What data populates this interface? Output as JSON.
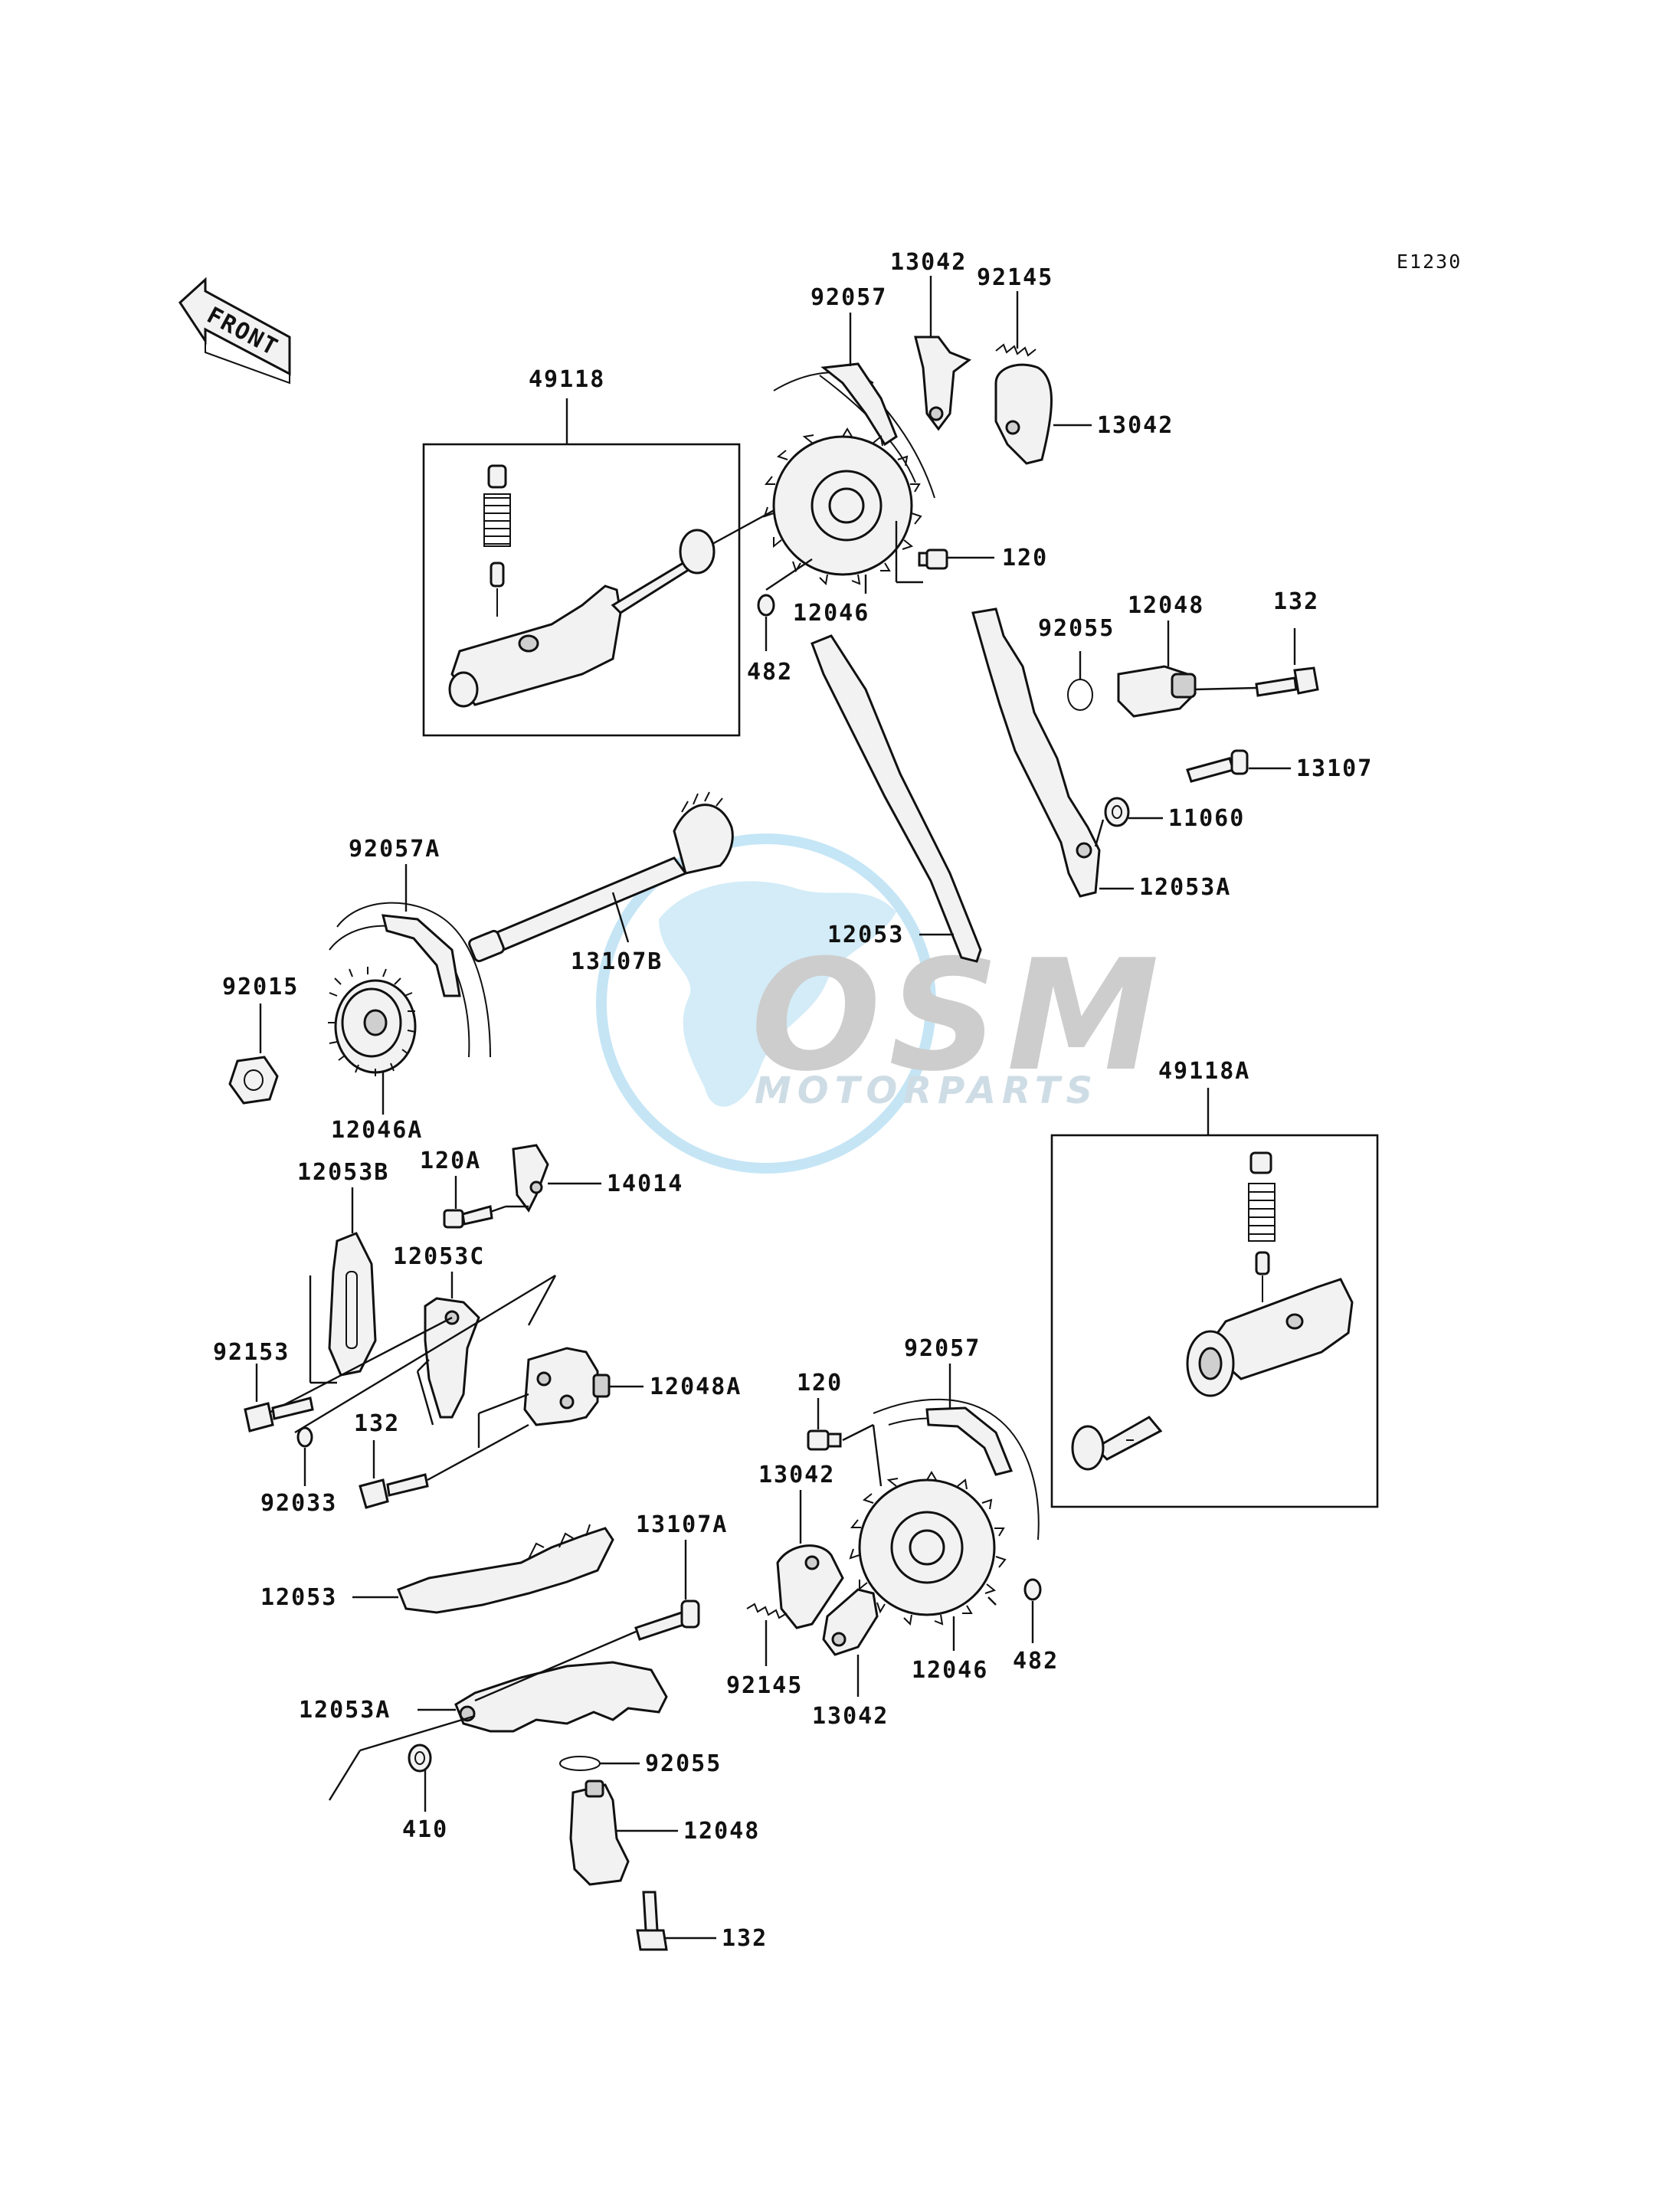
{
  "diagram_code": "E1230",
  "front_arrow_label": "FRONT",
  "watermark": {
    "brand": "OSM",
    "sub": "MOTORPARTS"
  },
  "parts": {
    "p49118": "49118",
    "p92057_top": "92057",
    "p13042_top1": "13042",
    "p92145_top": "92145",
    "p13042_top2": "13042",
    "p120_top": "120",
    "p12046_top": "12046",
    "p482_top": "482",
    "p92055_top": "92055",
    "p12048_top": "12048",
    "p132_top": "132",
    "p13107": "13107",
    "p11060": "11060",
    "p12053A_top": "12053A",
    "p12053_mid": "12053",
    "p92057A": "92057A",
    "p13107B": "13107B",
    "p92015": "92015",
    "p12046A": "12046A",
    "p49118A": "49118A",
    "p120A": "120A",
    "p14014": "14014",
    "p12053B": "12053B",
    "p12053C": "12053C",
    "p92153": "92153",
    "p12048A": "12048A",
    "p132_mid": "132",
    "p92033": "92033",
    "p120_bot": "120",
    "p92057_bot": "92057",
    "p13042_bot1": "13042",
    "p13107A": "13107A",
    "p12053_bot": "12053",
    "p92145_bot": "92145",
    "p13042_bot2": "13042",
    "p12046_bot": "12046",
    "p482_bot": "482",
    "p12053A_bot": "12053A",
    "p92055_bot": "92055",
    "p410": "410",
    "p12048_bot": "12048",
    "p132_bot": "132"
  },
  "colors": {
    "line": "#111111",
    "watermark_blue": "#bfe3f5",
    "watermark_grey": "#c8c8c8"
  }
}
